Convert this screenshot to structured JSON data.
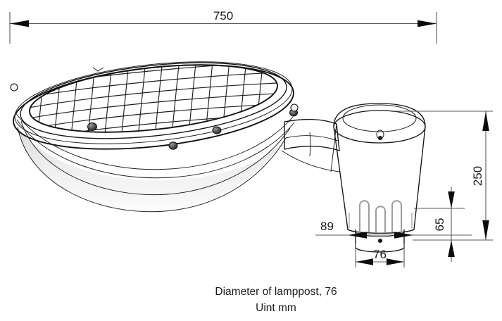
{
  "drawing": {
    "title_caption_line1": "Diameter of lamppost, 76",
    "title_caption_line2": "Uint mm",
    "dimensions": {
      "overall_width": "750",
      "fixture_height": "250",
      "base_height": "65",
      "shade_diameter": "89",
      "pole_diameter": "76"
    },
    "units": "mm",
    "object": "street lamp luminaire with post-top mount",
    "colors": {
      "outline": "#111111",
      "dimension_line": "#555a5e",
      "text": "#1a1a1a",
      "shade_shadow": "#e8e9ea",
      "background": "#ffffff"
    },
    "labels": {
      "overall_width_name": "750",
      "fixture_height_name": "250",
      "base_height_name": "65",
      "shade_diameter_name": "89",
      "pole_diameter_name": "76"
    }
  }
}
